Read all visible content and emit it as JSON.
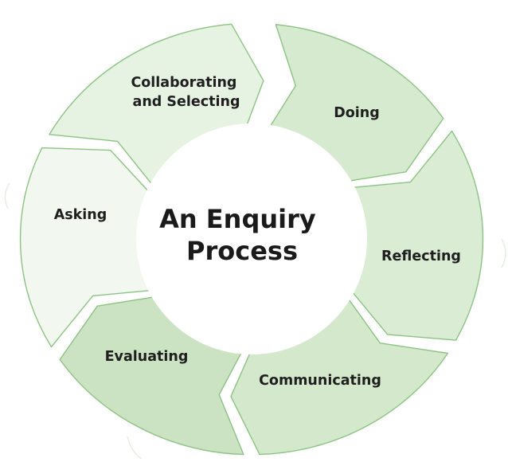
{
  "diagram": {
    "title_lines": [
      "An Enquiry",
      "Process"
    ],
    "stages": [
      {
        "name": "Doing",
        "label_lines": [
          "Doing"
        ],
        "color": "#d5eace"
      },
      {
        "name": "Reflecting",
        "label_lines": [
          "Reflecting"
        ],
        "color": "#daecd3"
      },
      {
        "name": "Communicating",
        "label_lines": [
          "Communicating"
        ],
        "color": "#d4e9cc"
      },
      {
        "name": "Evaluating",
        "label_lines": [
          "Evaluating"
        ],
        "color": "#cbe3c3"
      },
      {
        "name": "Asking",
        "label_lines": [
          "Asking"
        ],
        "color": "#f2f8f0"
      },
      {
        "name": "Collaborating and Selecting",
        "label_lines": [
          "Collaborating",
          "and Selecting"
        ],
        "color": "#e6f2e2"
      }
    ],
    "colors": {
      "outline": "#8cc383",
      "text": "#1f1f1f",
      "center_fill": "#ffffff"
    }
  }
}
